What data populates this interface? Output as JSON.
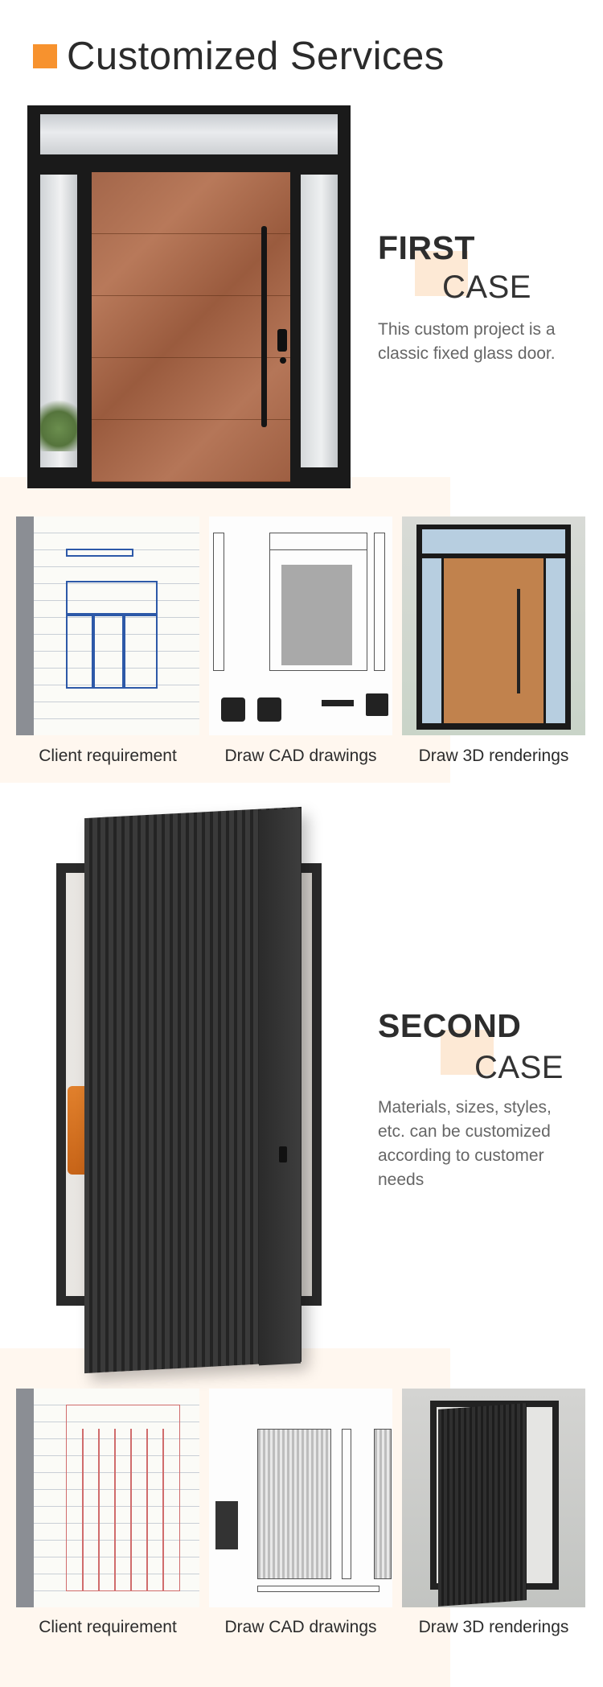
{
  "header": {
    "title": "Customized Services",
    "accent_color": "#f7922e"
  },
  "case_first": {
    "line1": "FIRST",
    "line2": "CASE",
    "description": "This custom project is a classic fixed glass door."
  },
  "case_second": {
    "line1": "SECOND",
    "line2": "CASE",
    "description": "Materials, sizes, styles, etc. can be customized according to customer needs"
  },
  "steps_first": [
    {
      "label": "Client requirement",
      "image": "hand-sketch"
    },
    {
      "label": "Draw CAD drawings",
      "image": "cad-drawing"
    },
    {
      "label": "Draw 3D renderings",
      "image": "3d-rendering"
    }
  ],
  "steps_second": [
    {
      "label": "Client requirement",
      "image": "hand-sketch"
    },
    {
      "label": "Draw CAD drawings",
      "image": "cad-drawing"
    },
    {
      "label": "Draw 3D renderings",
      "image": "3d-rendering"
    }
  ]
}
